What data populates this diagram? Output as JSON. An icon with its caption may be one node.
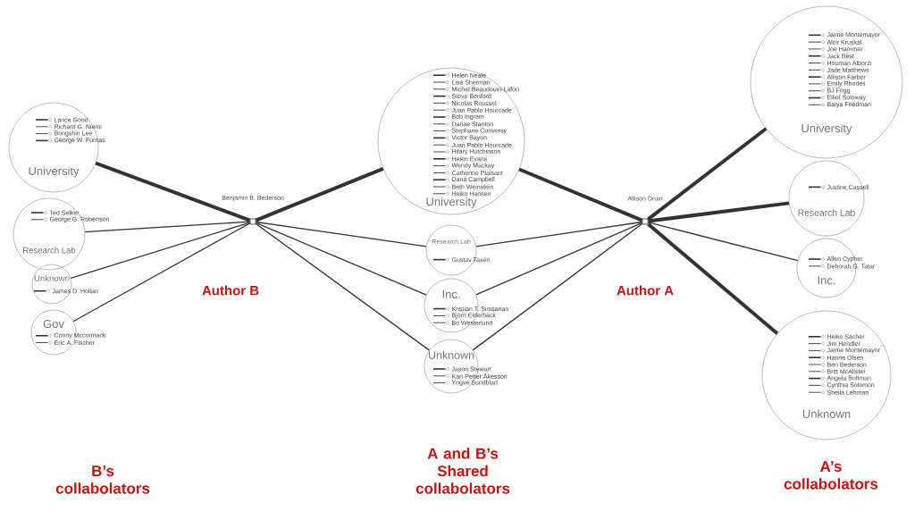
{
  "diagram": {
    "nodes": [
      {
        "text": [
          "Lance Good",
          "Richard G. Niemi",
          "Bongshin Lee",
          "George W. Furnas",
          "University"
        ]
      },
      {
        "text": [
          "Ted Selker",
          "George G. Robertson",
          "Research Lab"
        ]
      },
      {
        "text": [
          "Unknown",
          "James D. Hollan"
        ]
      },
      {
        "text": [
          "Gov",
          "Conny Mccormack",
          "Eric A. Fischer"
        ]
      },
      {
        "text": [],
        "shape": "box",
        "beside": [
          "Benjamin B. Bederson"
        ]
      },
      {
        "text": [
          "Helen Neale",
          "Lisa Sherman",
          "Michel Beaudouin-Lafon",
          "Steve Benford",
          "Nicolas Roussel",
          "Juan Pablo Hourcade",
          "Bob Ingram",
          "Danae Stanton",
          "Stephane Conversy",
          "Victor Bayon",
          "Juan Pablo Hourcade",
          "Hilary Hutchinson",
          "Helen Evans",
          "Wendy Mackay",
          "Catherine Plaisant",
          "Dana Campbell",
          "Beth Weinstein",
          "Heiko Hansen",
          "University"
        ]
      },
      {
        "text": [
          "Research Lab",
          "Gustav Taxén"
        ]
      },
      {
        "text": [
          "Inc.",
          "Kristian T. Simsarian",
          "Björn Eiderbäck",
          "Bo Westerlund"
        ]
      },
      {
        "text": [
          "Unknown",
          "Jason Stewart",
          "Karl-Petter Åkesson",
          "Yngve Sundblad"
        ]
      },
      {
        "text": [],
        "shape": "box",
        "beside": [
          "Allison Druin"
        ]
      },
      {
        "text": [
          "Jaime Montemayor",
          "Alex Kruskal",
          "Joe Hammer",
          "Jack Best",
          "Houman Alborzi",
          "Jade Matthews",
          "Allison Farber",
          "Emily Rhodes",
          "BJ Fogg",
          "Elliot Soloway",
          "Batya Friedman",
          "University"
        ]
      },
      {
        "text": [
          "Justine Cassell",
          "Research Lab"
        ]
      },
      {
        "text": [
          "Allen Cypher",
          "Deborah G. Tatar",
          "Inc."
        ]
      },
      {
        "text": [
          "Heiko Sacher",
          "Jim Hendler",
          "Jaime Montemayor",
          "Hanne Olsen",
          "Ben Bederson",
          "Britt McAlister",
          "Angela Boltman",
          "Cynthia Solomon",
          "Sheila Lehman",
          "Unknown"
        ]
      }
    ],
    "edges": [
      {
        "from": 4,
        "to": 0,
        "arrow": "none",
        "style": "thick"
      },
      {
        "from": 4,
        "to": 1,
        "arrow": "none"
      },
      {
        "from": 4,
        "to": 2,
        "arrow": "none"
      },
      {
        "from": 4,
        "to": 3,
        "arrow": "none"
      },
      {
        "from": 4,
        "to": 5,
        "arrow": "none",
        "style": "thick"
      },
      {
        "from": 4,
        "to": 6,
        "arrow": "none"
      },
      {
        "from": 4,
        "to": 7,
        "arrow": "none"
      },
      {
        "from": 4,
        "to": 8,
        "arrow": "none"
      },
      {
        "from": 9,
        "to": 5,
        "arrow": "none",
        "style": "thick"
      },
      {
        "from": 9,
        "to": 6,
        "arrow": "none"
      },
      {
        "from": 9,
        "to": 7,
        "arrow": "none"
      },
      {
        "from": 9,
        "to": 8,
        "arrow": "none"
      },
      {
        "from": 9,
        "to": 10,
        "arrow": "none",
        "style": "thick"
      },
      {
        "from": 9,
        "to": 11,
        "arrow": "none",
        "style": "thick"
      },
      {
        "from": 9,
        "to": 12,
        "arrow": "none"
      },
      {
        "from": 9,
        "to": 13,
        "arrow": "none",
        "style": "thick"
      }
    ],
    "labels": [
      "Author B",
      "Author A",
      "B’s collabolators",
      "A and B’s Shared collabolators",
      "A’s collabolators"
    ]
  }
}
